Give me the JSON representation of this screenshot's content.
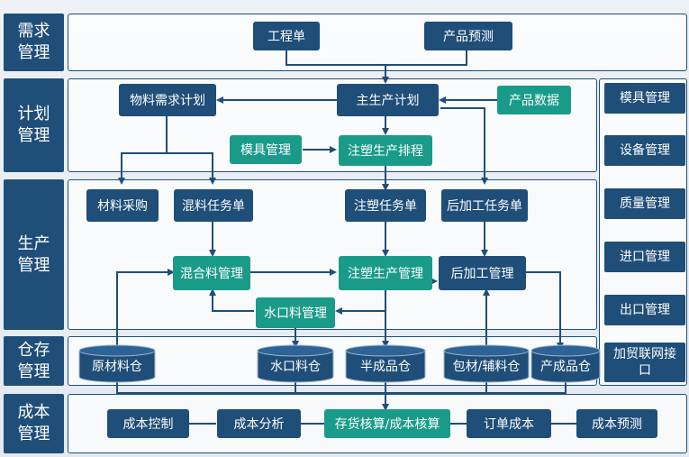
{
  "bands": {
    "demand": "需求管理",
    "plan": "计划管理",
    "production": "生产管理",
    "storage": "仓存管理",
    "cost": "成本管理"
  },
  "nodes": {
    "engineering_order": "工程单",
    "product_forecast_top": "产品预测",
    "mrp": "物料需求计划",
    "mps": "主生产计划",
    "product_data": "产品数据",
    "mold_mgmt": "模具管理",
    "injection_schedule": "注塑生产排程",
    "material_purchase": "材料采购",
    "mixing_task": "混料任务单",
    "injection_task": "注塑任务单",
    "post_task": "后加工任务单",
    "mixing_mgmt": "混合料管理",
    "injection_mgmt": "注塑生产管理",
    "post_mgmt": "后加工管理",
    "water_mgmt": "水口料管理",
    "cost_control": "成本控制",
    "cost_analysis": "成本分析",
    "inventory_cost": "存货核算/成本核算",
    "order_cost": "订单成本",
    "cost_forecast": "成本预测"
  },
  "warehouses": {
    "raw": "原材料仓",
    "water": "水口料仓",
    "semi": "半成品仓",
    "pack": "包材/辅料仓",
    "finished": "产成品仓"
  },
  "side": {
    "mold": "模具管理",
    "equipment": "设备管理",
    "quality": "质量管理",
    "import": "进口管理",
    "export": "出口管理",
    "bonded": "加贸联网接口"
  },
  "colors": {
    "navy": "#1f4e79",
    "teal": "#1a9b8a"
  }
}
